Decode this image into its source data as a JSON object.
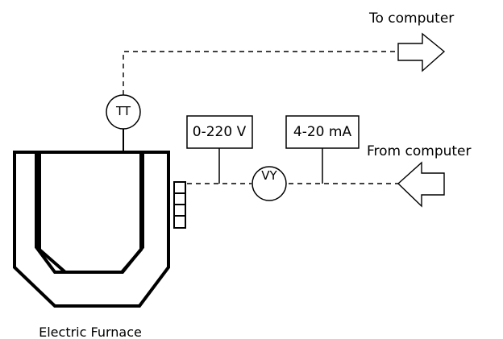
{
  "diagram": {
    "labels": {
      "to_computer": "To computer",
      "from_computer": "From computer",
      "transmitter": "TT",
      "actuator": "VY",
      "voltage_box": "0-220 V",
      "current_box": "4-20 mA",
      "furnace": "Electric Furnace"
    },
    "colors": {
      "stroke": "#000000",
      "background": "#ffffff"
    }
  }
}
